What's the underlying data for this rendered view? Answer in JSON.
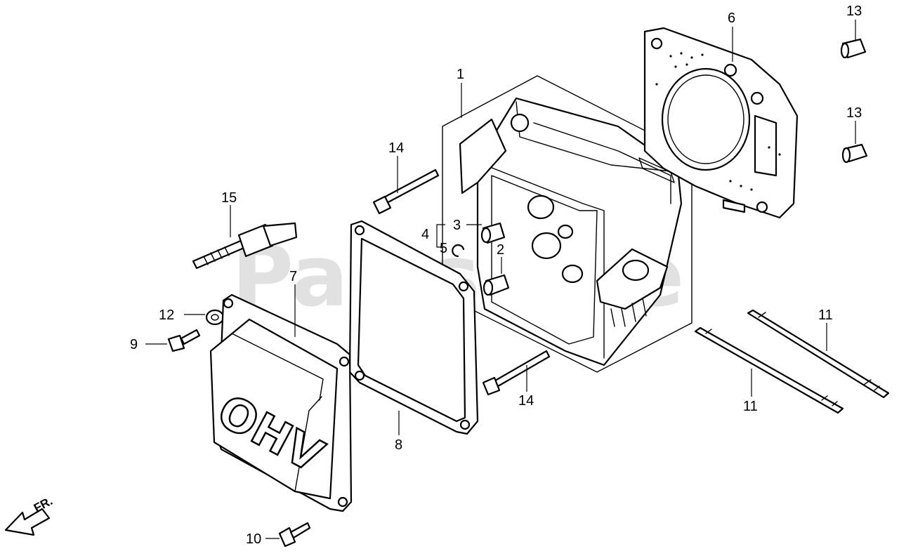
{
  "watermark": "PartsTree",
  "cover_emboss": "OHV",
  "direction_label": "FR.",
  "callouts": {
    "head": "1",
    "dowel_2": "2",
    "pin_3": "3",
    "group_4": "4",
    "clip_5": "5",
    "head_gasket": "6",
    "valve_cover": "7",
    "cover_gasket": "8",
    "bolt_9": "9",
    "bolt_10": "10",
    "stud_a": "11",
    "stud_b": "11",
    "washer_12": "12",
    "dowel_13a": "13",
    "dowel_13b": "13",
    "bolt_14a": "14",
    "bolt_14b": "14",
    "spark_plug": "15"
  }
}
